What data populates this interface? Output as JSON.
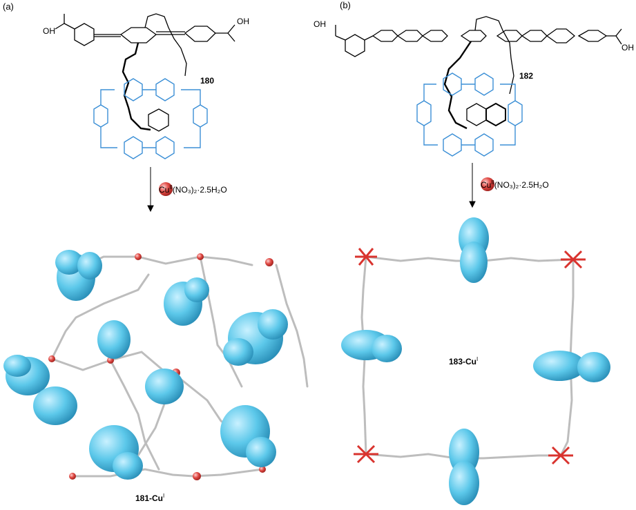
{
  "panels": {
    "a": {
      "label": "(a)",
      "compound": "180",
      "reagent": {
        "metal": "Cu",
        "oxidation": "II",
        "formula": "(NO₃)₂·2.5H₂O"
      },
      "product": {
        "name": "181-Cu",
        "oxidation": "I"
      }
    },
    "b": {
      "label": "(b)",
      "compound": "182",
      "reagent": {
        "metal": "Cu",
        "oxidation": "II",
        "formula": "(NO₃)₂·2.5H₂O"
      },
      "product": {
        "name": "183-Cu",
        "oxidation": "I"
      }
    }
  },
  "atoms": {
    "hydroxyl": "OH",
    "oxygen": "O",
    "nitrogen": "N",
    "charge": "+"
  },
  "colors": {
    "cation": "#3b8fd6",
    "sphere": "#5cc8ea",
    "sphere_dark": "#2c7fb5",
    "copper": "#d9332e",
    "stick": "#c9c9c9"
  }
}
